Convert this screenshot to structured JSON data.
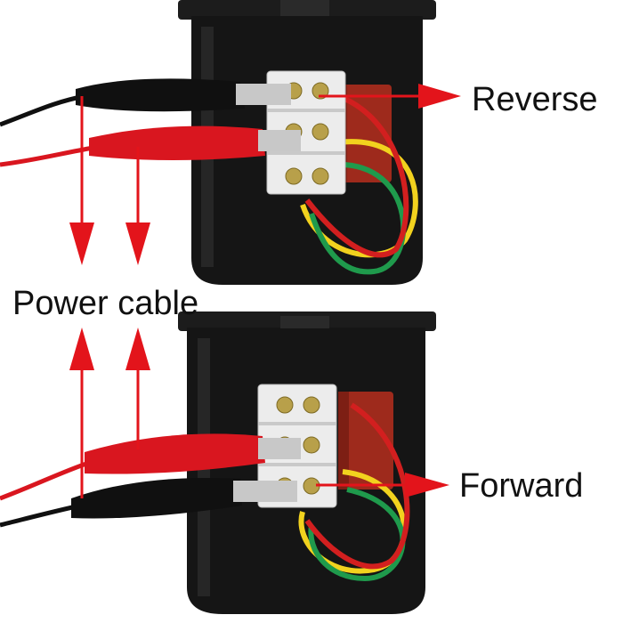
{
  "labels": {
    "reverse": "Reverse",
    "power_cable": "Power cable",
    "forward": "Forward"
  },
  "colors": {
    "arrow": "#e3141b",
    "motor_body": "#141414",
    "terminal_block": "#ececec",
    "capacitor": "#9e2a1c",
    "clip_red": "#d9161f",
    "clip_black": "#101010",
    "wire_yellow": "#f2d21e",
    "wire_green": "#1f9a4c",
    "wire_red": "#d21f1f"
  }
}
